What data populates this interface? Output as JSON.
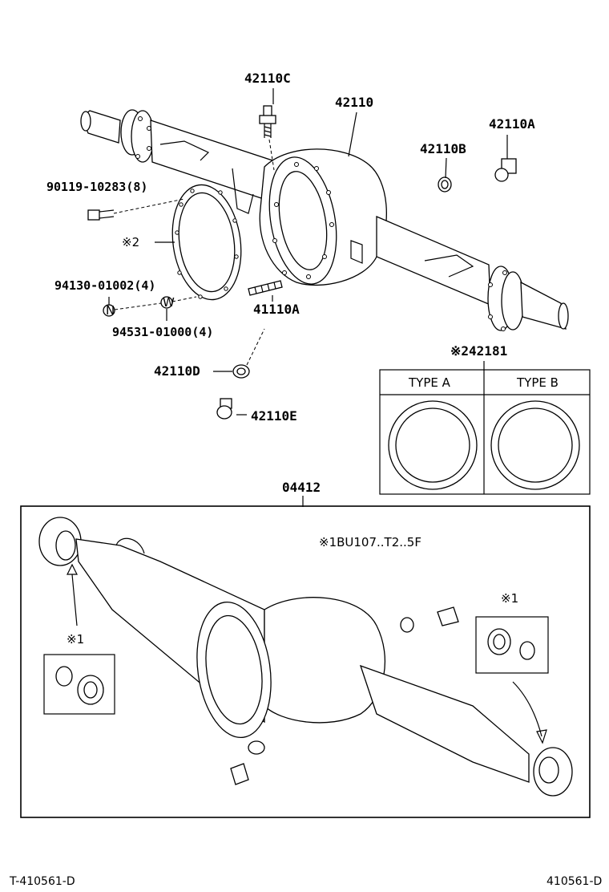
{
  "labels": {
    "top_plug": "42110C",
    "housing": "42110",
    "drain_plug": "42110A",
    "gasket_b": "42110B",
    "bolt": "90119-10283(8)",
    "gasket_ref": "※2",
    "nut": "94130-01002(4)",
    "washer": "94531-01000(4)",
    "stud": "41110A",
    "gasket_d": "42110D",
    "plug_e": "42110E",
    "gasket_group": "※242181",
    "assembly": "04412"
  },
  "type_box": {
    "type_a": "TYPE A",
    "type_b": "TYPE B"
  },
  "assembly_box": {
    "note": "※1BU107..T2..5F",
    "ref_left": "※1",
    "ref_right": "※1"
  },
  "circle_marks": {
    "nut_mark": "N",
    "washer_mark": "W"
  },
  "footer": {
    "left": "T-410561-D",
    "right": "410561-D"
  }
}
